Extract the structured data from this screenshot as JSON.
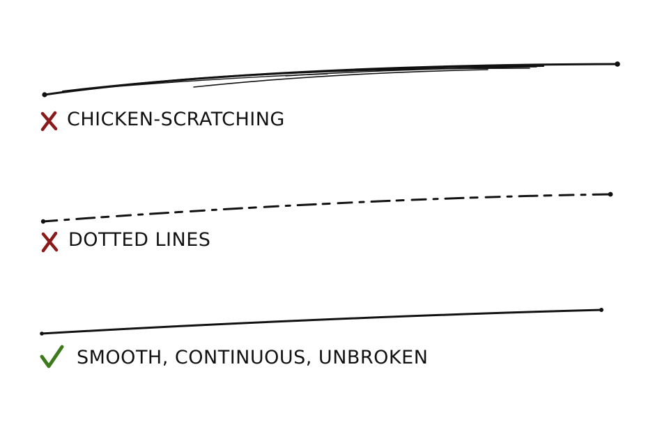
{
  "examples": [
    {
      "kind": "chicken-scratching",
      "text": "CHICKEN-SCRATCHING",
      "verdict": "bad",
      "mark_color": "#8b1a1a"
    },
    {
      "kind": "dotted",
      "text": "DOTTED LINES",
      "verdict": "bad",
      "mark_color": "#8b1a1a"
    },
    {
      "kind": "smooth",
      "text": "SMOOTH, CONTINUOUS, UNBROKEN",
      "verdict": "good",
      "mark_color": "#3d7a1e"
    }
  ],
  "icons": {
    "bad": "x-mark-icon",
    "good": "checkmark-icon"
  },
  "colors": {
    "ink": "#111111",
    "background": "#ffffff"
  }
}
